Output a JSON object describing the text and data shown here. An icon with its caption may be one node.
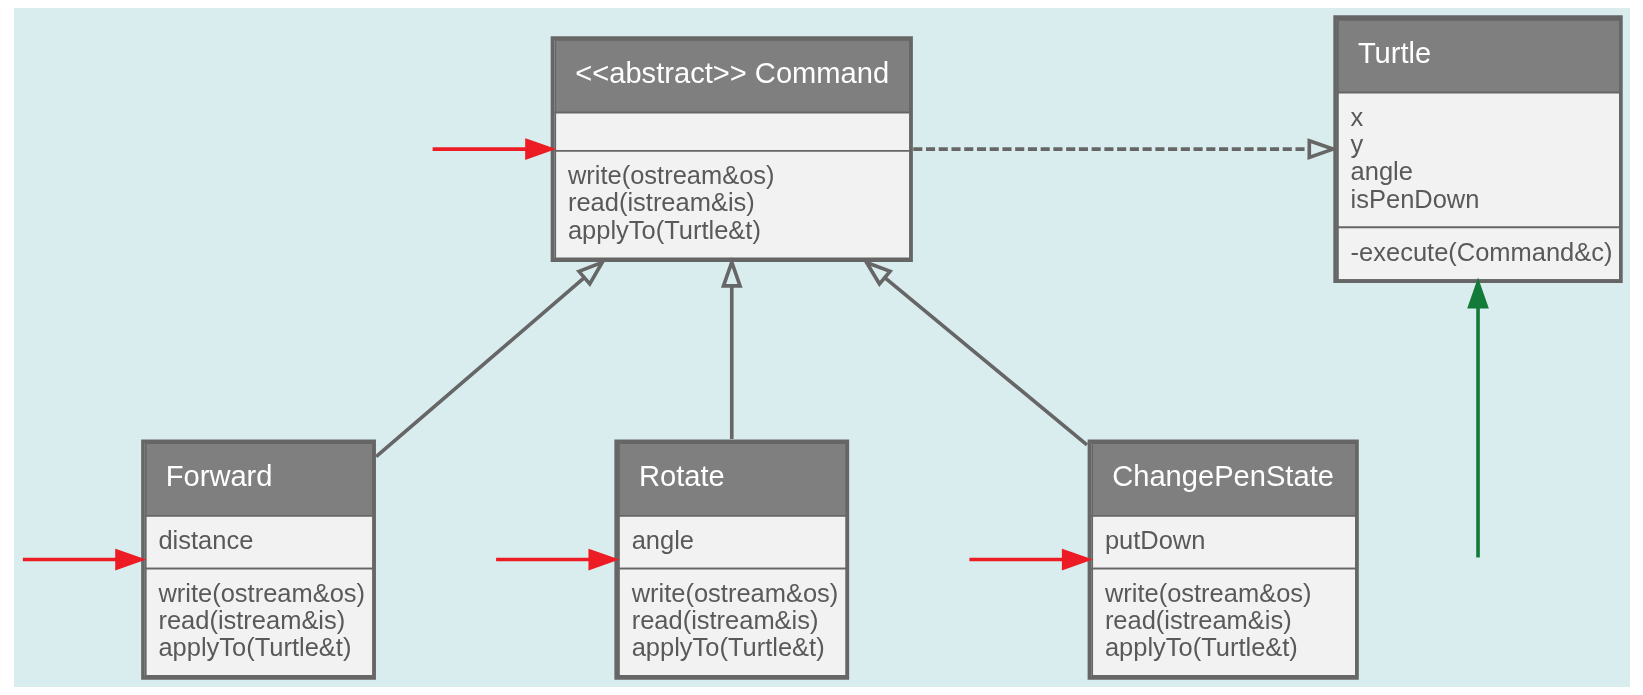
{
  "diagram": {
    "nodes": [
      {
        "text": [
          "<<abstract>> Command",
          "write(ostream&os)",
          "read(istream&is)",
          "applyTo(Turtle&t)"
        ]
      },
      {
        "text": [
          "Turtle",
          "x",
          "y",
          "angle",
          "isPenDown",
          "-execute(Command&c)"
        ]
      },
      {
        "text": [
          "Forward",
          "distance",
          "write(ostream&os)",
          "read(istream&is)",
          "applyTo(Turtle&t)"
        ]
      },
      {
        "text": [
          "Rotate",
          "angle",
          "write(ostream&os)",
          "read(istream&is)",
          "applyTo(Turtle&t)"
        ]
      },
      {
        "text": [
          "ChangePenState",
          "putDown",
          "write(ostream&os)",
          "read(istream&is)",
          "applyTo(Turtle&t)"
        ]
      }
    ],
    "edges": [
      {
        "from": 0,
        "to": 1,
        "arrow": "to",
        "style": "dashed",
        "color": "#666666"
      },
      {
        "from": 2,
        "to": 0,
        "arrow": "to",
        "color": "#666666"
      },
      {
        "from": 3,
        "to": 0,
        "arrow": "to",
        "color": "#666666"
      },
      {
        "from": 4,
        "to": 0,
        "arrow": "to",
        "color": "#666666"
      },
      {
        "from": null,
        "to": 0,
        "arrow": "to",
        "color": "#ed1c24"
      },
      {
        "from": null,
        "to": 2,
        "arrow": "to",
        "color": "#ed1c24"
      },
      {
        "from": null,
        "to": 3,
        "arrow": "to",
        "color": "#ed1c24"
      },
      {
        "from": null,
        "to": 4,
        "arrow": "to",
        "color": "#ed1c24"
      },
      {
        "from": null,
        "to": 1,
        "arrow": "to",
        "color": "#137b3a"
      }
    ]
  }
}
